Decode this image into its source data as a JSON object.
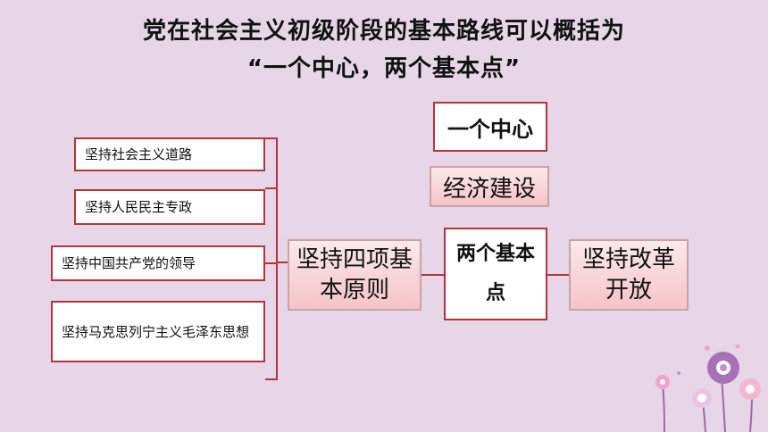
{
  "title": {
    "line1": "党在社会主义初级阶段的基本路线可以概括为",
    "line2": "“一个中心，两个基本点”"
  },
  "nodes": {
    "center_title": "一个中心",
    "center_content": "经济建设",
    "basic_points": "两个基本点",
    "principles": "坚持四项基本原则",
    "reform": "坚持改革开放"
  },
  "principles_list": [
    "坚持社会主义道路",
    "坚持人民民主专政",
    "坚持中国共产党的领导",
    "坚持马克思列宁主义毛泽东思想"
  ],
  "colors": {
    "line": "#b8323a",
    "background": "#e7d6e7",
    "pink_fill": "#f5c4c7"
  }
}
